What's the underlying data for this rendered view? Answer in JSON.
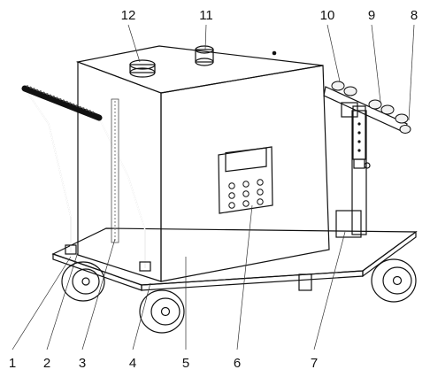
{
  "callouts": {
    "c1": "1",
    "c2": "2",
    "c3": "3",
    "c4": "4",
    "c5": "5",
    "c6": "6",
    "c7": "7",
    "c8": "8",
    "c9": "9",
    "c10": "10",
    "c11": "11",
    "c12": "12"
  },
  "colors": {
    "line": "#111111",
    "shade": "#dcdcdc",
    "background": "#ffffff"
  }
}
